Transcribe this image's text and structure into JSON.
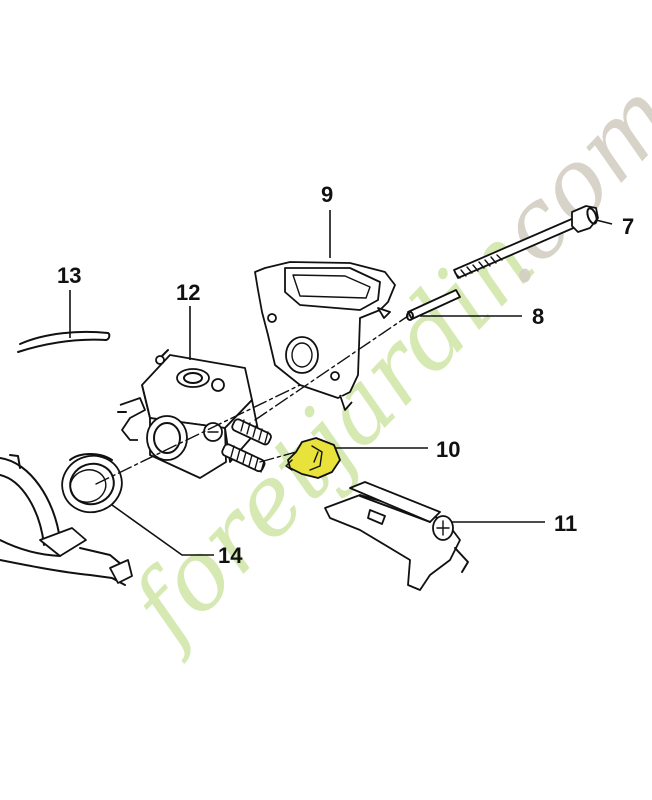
{
  "watermark": {
    "text_1": "foret",
    "text_2": "jardin",
    "text_3": ".com",
    "color_green": "#cfe6a6",
    "color_orange": "#f4c89a",
    "color_grey": "#d4cfc4"
  },
  "parts": [
    {
      "id": "p7",
      "label": "7"
    },
    {
      "id": "p8",
      "label": "8"
    },
    {
      "id": "p9",
      "label": "9"
    },
    {
      "id": "p10",
      "label": "10"
    },
    {
      "id": "p11",
      "label": "11"
    },
    {
      "id": "p12",
      "label": "12"
    },
    {
      "id": "p13",
      "label": "13"
    },
    {
      "id": "p14",
      "label": "14"
    }
  ],
  "highlight_color": "#e8e23a"
}
